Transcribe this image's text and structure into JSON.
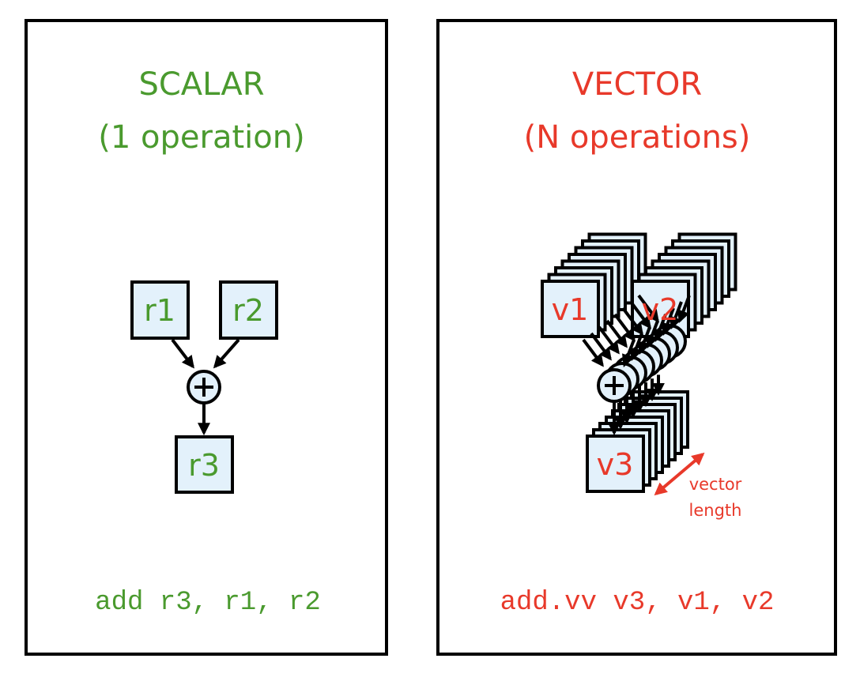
{
  "colors": {
    "scalar": "#4a9a2e",
    "vector": "#e8392a",
    "box_fill": "#e3f1fb",
    "stroke": "#000000"
  },
  "scalar": {
    "title": "SCALAR",
    "subtitle": "(1 operation)",
    "registers": {
      "src1": "r1",
      "src2": "r2",
      "dst": "r3"
    },
    "operator": "+",
    "code": "add r3, r1, r2"
  },
  "vector": {
    "title": "VECTOR",
    "subtitle": "(N operations)",
    "registers": {
      "src1": "v1",
      "src2": "v2",
      "dst": "v3"
    },
    "operator": "+",
    "length_label_line1": "vector",
    "length_label_line2": "length",
    "code": "add.vv v3, v1, v2",
    "stack_depth": 8
  }
}
